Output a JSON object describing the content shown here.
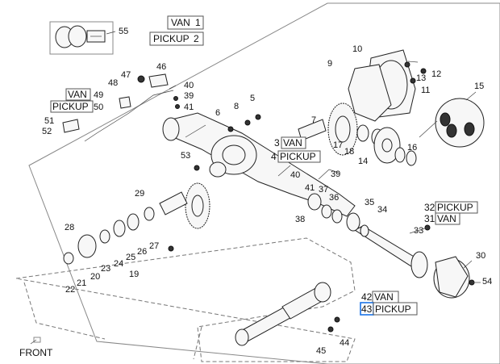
{
  "diagram": {
    "variant_labels": [
      {
        "id": "van1",
        "code": "VAN",
        "num": "1"
      },
      {
        "id": "pickup2",
        "code": "PICKUP",
        "num": "2"
      },
      {
        "id": "van49",
        "code": "VAN",
        "num": "49"
      },
      {
        "id": "pickup50",
        "code": "PICKUP",
        "num": "50"
      },
      {
        "id": "van3",
        "num": "3",
        "code": "VAN"
      },
      {
        "id": "pickup4",
        "num": "4",
        "code": "PICKUP"
      },
      {
        "id": "pickup32",
        "num": "32",
        "code": "PICKUP"
      },
      {
        "id": "van31",
        "num": "31",
        "code": "VAN"
      },
      {
        "id": "van42",
        "num": "42",
        "code": "VAN"
      },
      {
        "id": "pickup43",
        "num": "43",
        "code": "PICKUP"
      }
    ],
    "part_numbers": [
      "55",
      "47",
      "46",
      "48",
      "40",
      "39",
      "41",
      "51",
      "52",
      "6",
      "8",
      "5",
      "53",
      "9",
      "10",
      "13",
      "12",
      "11",
      "15",
      "7",
      "17",
      "18",
      "14",
      "16",
      "40",
      "39",
      "41",
      "37",
      "36",
      "35",
      "34",
      "38",
      "29",
      "28",
      "23",
      "24",
      "25",
      "26",
      "27",
      "21",
      "20",
      "19",
      "22",
      "33",
      "30",
      "54",
      "45",
      "44"
    ],
    "direction_label": "FRONT"
  }
}
